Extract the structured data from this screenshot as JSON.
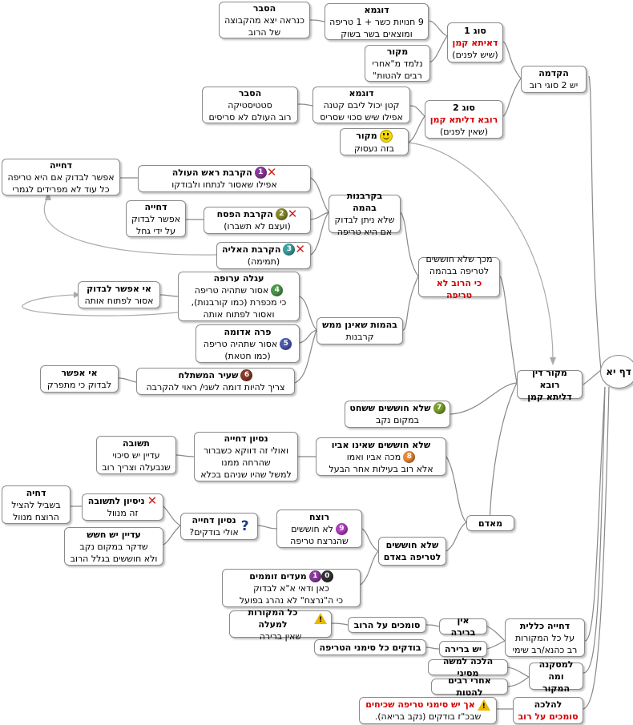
{
  "root": {
    "label": "דף יא"
  },
  "nodes": {
    "intro": {
      "title": "הקדמה",
      "line1": "יש 2 סוגי רוב"
    },
    "type1": {
      "title": "סוג 1",
      "red": "דאיתא קמן",
      "line1": "(שיש לפנים)"
    },
    "type1_example": {
      "title": "דוגמא",
      "line1": "9 חנויות כשר + 1 טריפה",
      "line2": "ומוצאים בשר בשוק"
    },
    "type1_reason": {
      "title": "הסבר",
      "line1": "כנראה יצא מהקבוצה",
      "line2": "של הרוב"
    },
    "type1_source": {
      "title": "מקור",
      "line1": "נלמד מ\"אחרי",
      "line2": "רבים להטות\""
    },
    "type2": {
      "title": "סוג 2",
      "red": "רובא דליתא קמן",
      "line1": "(שאין לפנים)"
    },
    "type2_example": {
      "title": "דוגמא",
      "line1": "קטן יכול ליבם קטנה",
      "line2": "אפילו שיש סכוי שסריס"
    },
    "type2_reason": {
      "title": "הסבר",
      "line1": "סטטיסטיקה",
      "line2": "רוב העולם לא סריסים"
    },
    "type2_source": {
      "title": "מקור",
      "line1": "בזה נעסוק"
    },
    "source_main": {
      "title1": "מקור דין רובא",
      "title2": "דליתא קמן"
    },
    "animal_proof": {
      "line1": "מכך שלא חוששים",
      "line2": "לטריפה בבהמה",
      "red": "כי הרוב לא טריפה"
    },
    "checkable": {
      "title": "בקרבנות בהמה",
      "line1": "שלא ניתן לבדוק",
      "line2": "אם היא טריפה"
    },
    "olah": {
      "title": "הקרבת ראש העולה",
      "line1": "אפילו שאסור לנתחו ולבודקו"
    },
    "olah_reject": {
      "title": "דחייה",
      "line1": "אפשר לבדוק אם היא טריפה",
      "line2": "כל עוד לא מפרידים לגמרי"
    },
    "pesach": {
      "title": "הקרבת הפסח",
      "line1": "(ועצם לא תשברו)"
    },
    "pesach_reject": {
      "title": "דחייה",
      "line1": "אפשר לבדוק",
      "line2": "על ידי גחל"
    },
    "alya": {
      "title": "הקרבת האליה",
      "line1": "(תמימה)"
    },
    "non_sacrifice": {
      "title": "בהמות שאינן ממש",
      "line1": "קרבנות"
    },
    "egla": {
      "title": "עגלה ערופה",
      "line1": "אסור שתהיה טריפה",
      "line2": "כי מכפרת (כמו קורבנות),",
      "line3": "ואסור לפתוח אותה"
    },
    "egla_note": {
      "title": "אי אפשר לבדוק",
      "line1": "אסור לפתוח אותה"
    },
    "para": {
      "title": "פרה אדומה",
      "line1": "אסור שתהיה טריפה",
      "line2": "(כמו חטאת)"
    },
    "seir": {
      "title": "שעיר המשתלח",
      "line1": "צריך להיות דומה לשני/ ראוי להקרבה"
    },
    "seir_note": {
      "title": "אי אפשר",
      "line1": "לבדוק כי מתפרק"
    },
    "slaughter": {
      "title": "שלא חוששים ששחט",
      "line1": "במקום נקב"
    },
    "human": {
      "title": "מאדם"
    },
    "father": {
      "title": "שלא חוששים שאינו אביו",
      "line1": "מכה אביו ואמו",
      "line2": "אלא רוב בעילות אחר הבעל"
    },
    "father_attempt": {
      "title": "נסיון דחייה",
      "line1": "ואולי זה דווקא כשברור",
      "line2": "שהרחה ממנו",
      "line3": "למשל שהיו שניהם בכלא"
    },
    "father_answer": {
      "title": "תשובה",
      "line1": "עדיין יש סיכוי",
      "line2": "שנבעלה וצריך רוב"
    },
    "treifa_human": {
      "title1": "שלא חוששים",
      "title2": "לטריפה באדם"
    },
    "murderer": {
      "title": "רוצח",
      "line1": "לא חוששים",
      "line2": "שהנרצח טריפה"
    },
    "murderer_attempt": {
      "title": "נסיון דחייה",
      "line1": "אולי בודקים?"
    },
    "answer_attempt": {
      "title": "ניסיון לתשובה",
      "line1": "זה מנוול"
    },
    "answer_reject": {
      "title": "דחיה",
      "line1": "בשביל להציל",
      "line2": "הרוצח מנוול"
    },
    "still_worry": {
      "title": "עדיין יש חשש",
      "line1": "שדקר במקום נקב",
      "line2": "ולא חוששים בגלל הרוב"
    },
    "witnesses": {
      "title": "מעדים זוממים",
      "line1": "כאן ודאי א\"א לבדוק",
      "line2": "כי ה\"נרצח\" לא נהרג בפועל"
    },
    "general_reject": {
      "title": "דחייה כללית",
      "line1": "על כל המקורות",
      "line2": "רב כהנא/רב שימי"
    },
    "no_choice": {
      "title": "אין ברירה"
    },
    "rely_majority": {
      "title": "סומכים על הרוב"
    },
    "all_sources": {
      "title": "כל המקורות למעלה",
      "line1": "שאין ברירה"
    },
    "has_choice": {
      "title": "יש ברירה"
    },
    "check_signs": {
      "title": "בודקים כל סימני הטריפה"
    },
    "conclusion": {
      "title": "למסקנה",
      "line1": "ומה המקור"
    },
    "moshe": {
      "title": "הלכה למשה מסיני"
    },
    "after_many": {
      "title": "אחרי רבים להטות"
    },
    "halacha": {
      "title": "להלכה",
      "red": "סומכים על רוב"
    },
    "halacha_note": {
      "red": "אך יש סימני טריפה שכיחים",
      "line1": "שבכ\"ז בודקים (נקב בריאה)."
    }
  },
  "badges": {
    "n0": "0",
    "n1": "1",
    "n2": "2",
    "n3": "3",
    "n4": "4",
    "n5": "5",
    "n6": "6",
    "n7": "7",
    "n8": "8",
    "n9": "9",
    "warn": "!"
  },
  "colors": {
    "red_text": "#d40000",
    "edge": "#888888",
    "border": "#8a8a8a",
    "purple": "#8a3a9c",
    "olive": "#8a8a2a",
    "teal": "#3aa0a0",
    "green": "#4a9a4a",
    "blue": "#4a5ab0",
    "brown": "#8a3a2a",
    "lime": "#7aa02a",
    "orange": "#e88a3a",
    "violet": "#b040c0",
    "dark": "#333333"
  }
}
